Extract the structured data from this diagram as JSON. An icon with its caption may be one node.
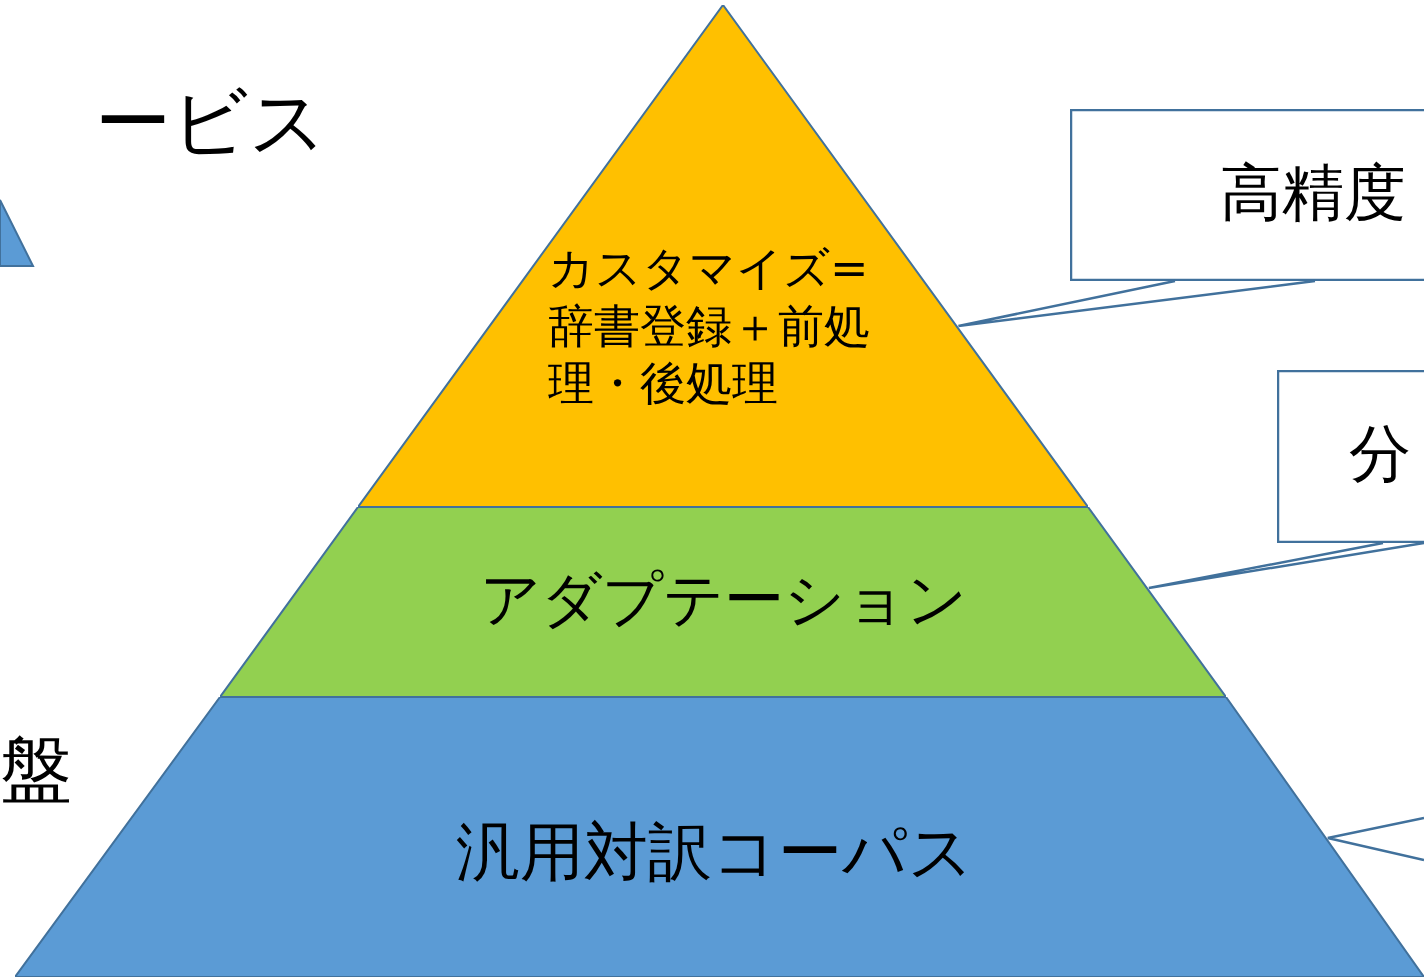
{
  "diagram": {
    "nodes": [
      {
        "text": [
          "カスタマイズ= 辞書登録＋前処理・後処理"
        ]
      },
      {
        "text": [
          "アダプテーション"
        ]
      },
      {
        "text": [
          "汎用対訳コーパス"
        ]
      },
      {
        "text": [
          "高精度"
        ]
      },
      {
        "text": [
          "分"
        ]
      }
    ],
    "edges": [
      {
        "from": 3,
        "to": 0,
        "arrow": "none"
      },
      {
        "from": 4,
        "to": 1,
        "arrow": "none"
      },
      {
        "from": null,
        "to": 2,
        "arrow": "none"
      }
    ],
    "labels": [
      "ービス",
      "盤"
    ]
  }
}
